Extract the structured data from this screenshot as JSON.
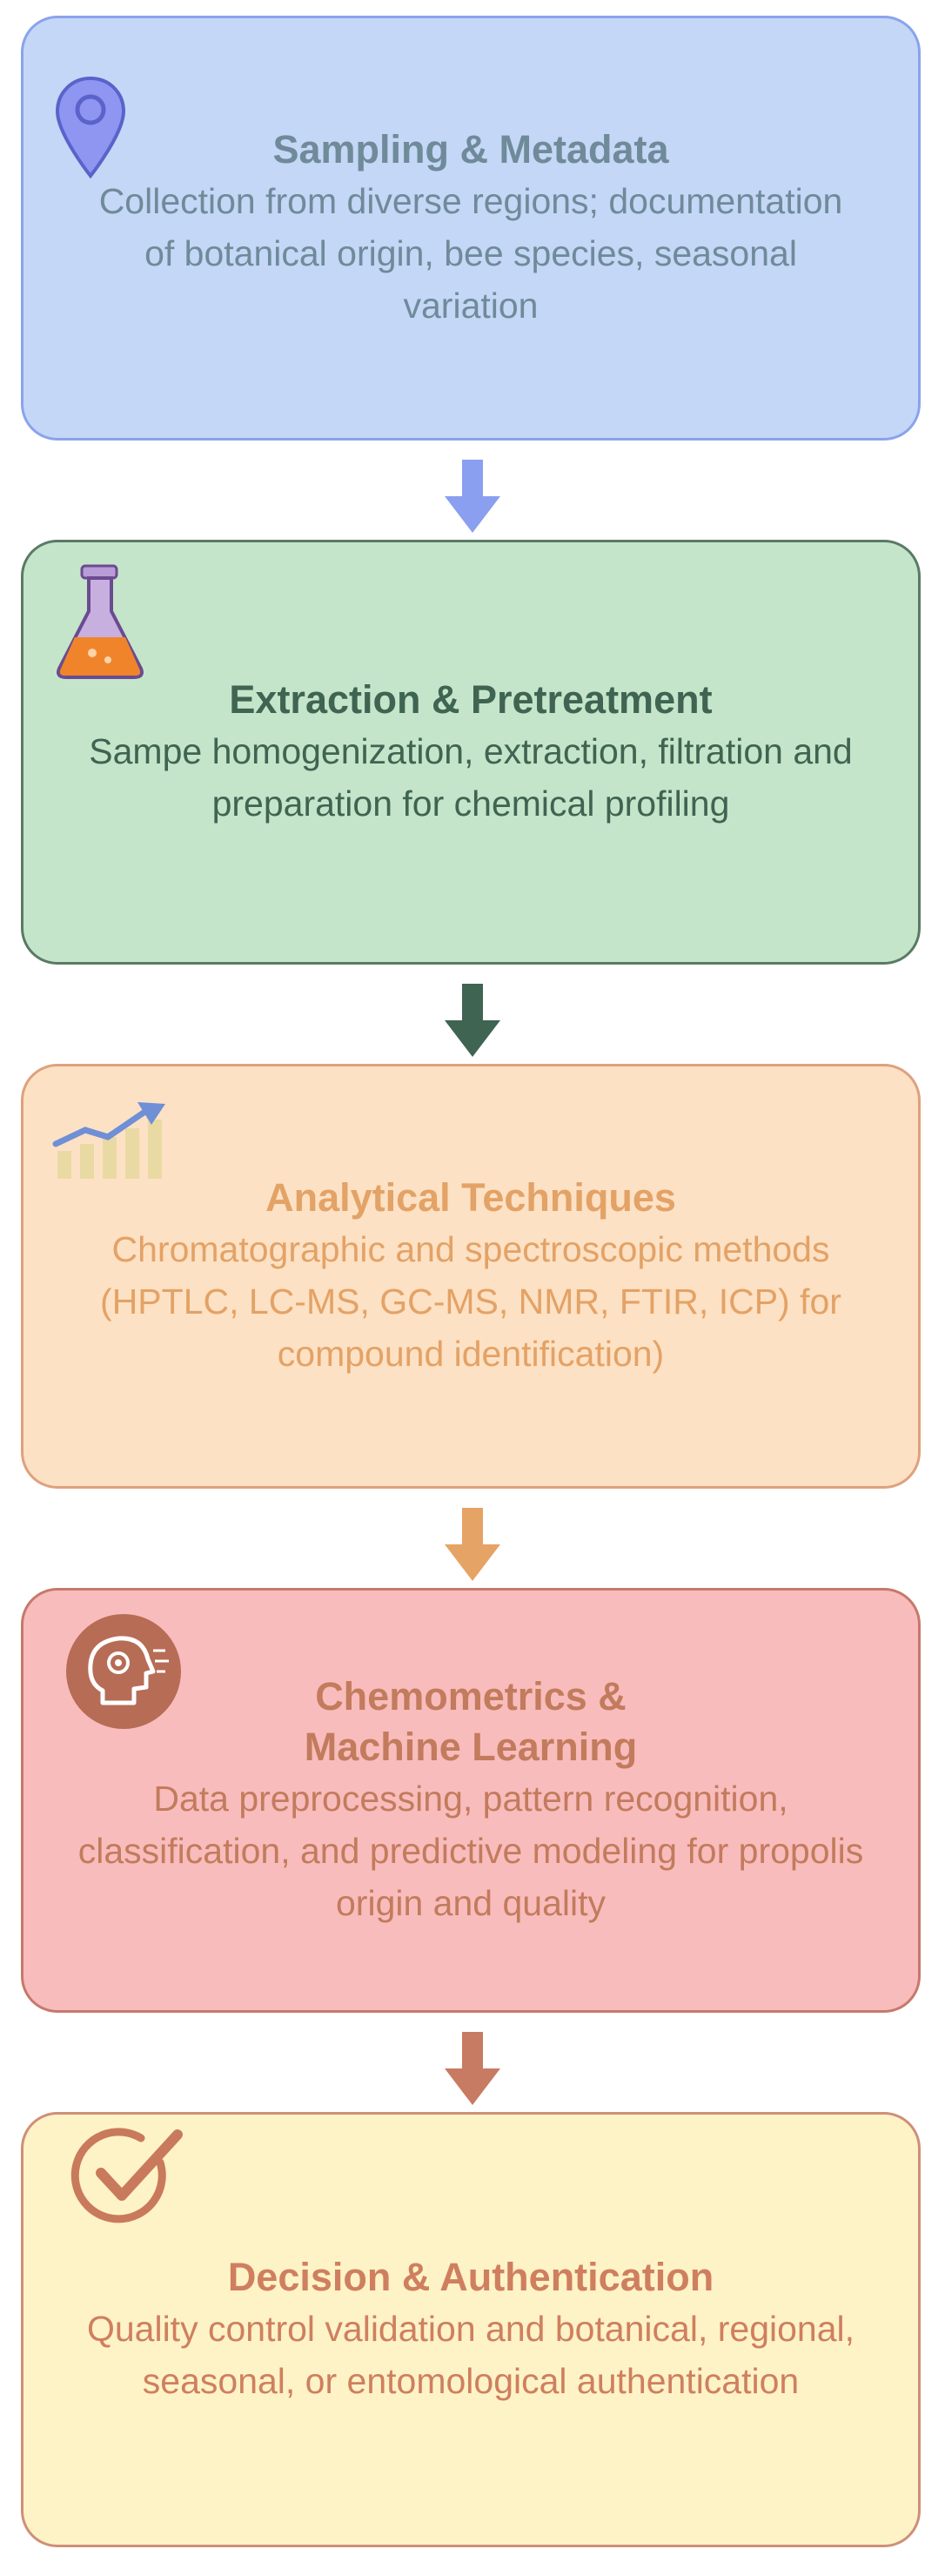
{
  "stages": [
    {
      "title": "Sampling & Metadata",
      "desc": "Collection from diverse regions; documentation of botanical origin, bee species, seasonal variation",
      "icon": "map-pin-icon"
    },
    {
      "title": "Extraction & Pretreatment",
      "desc": "Sampe homogenization, extraction, filtration and preparation for chemical profiling",
      "icon": "flask-icon"
    },
    {
      "title": "Analytical Techniques",
      "desc": "Chromatographic and spectroscopic methods (HPTLC, LC-MS, GC-MS, NMR, FTIR, ICP) for compound identification)",
      "icon": "growth-chart-icon"
    },
    {
      "title": "Chemometrics & Machine Learning",
      "title_line1": "Chemometrics &",
      "title_line2": "Machine Learning",
      "desc": "Data preprocessing, pattern recognition, classification, and predictive modeling for propolis origin and quality",
      "icon": "ai-head-icon"
    },
    {
      "title": "Decision & Authentication",
      "desc": "Quality control validation and botanical, regional, seasonal, or entomological authentication",
      "icon": "check-circle-icon"
    }
  ],
  "colors": {
    "stage1_fill": "#c4d7f6",
    "stage2_fill": "#c5e5cb",
    "stage3_fill": "#fde1c4",
    "stage4_fill": "#f8bcbc",
    "stage5_fill": "#fdf3c7",
    "arrow1": "#8a9ff0",
    "arrow2": "#3f6451",
    "arrow3": "#e6a366",
    "arrow4": "#c77b62"
  }
}
